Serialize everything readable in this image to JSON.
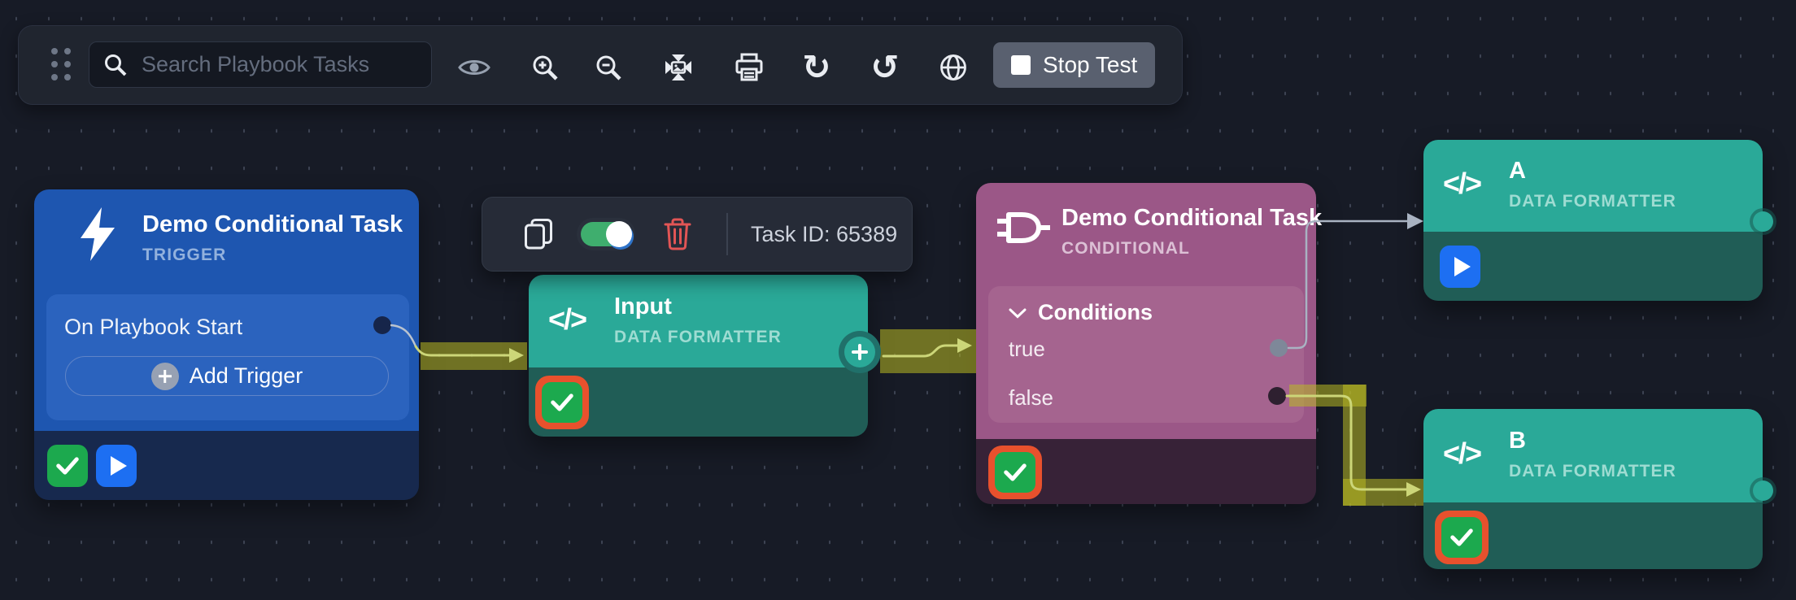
{
  "toolbar": {
    "search_placeholder": "Search Playbook Tasks",
    "stop_test_label": "Stop Test",
    "redo_glyph": "↻",
    "undo_glyph": "↺"
  },
  "task_toolbar": {
    "task_id": "Task ID: 65389"
  },
  "icons": {
    "code_glyph": "</>"
  },
  "nodes": {
    "trigger": {
      "title": "Demo Conditional Task",
      "type_label": "TRIGGER",
      "row_label": "On Playbook Start",
      "add_trigger_label": "Add Trigger"
    },
    "input": {
      "title": "Input",
      "type_label": "DATA FORMATTER"
    },
    "conditional": {
      "title": "Demo Conditional Task",
      "type_label": "CONDITIONAL",
      "section_label": "Conditions",
      "outputs": [
        {
          "label": "true"
        },
        {
          "label": "false"
        }
      ]
    },
    "a": {
      "title": "A",
      "type_label": "DATA FORMATTER"
    },
    "b": {
      "title": "B",
      "type_label": "DATA FORMATTER"
    }
  },
  "colors": {
    "canvas_bg": "#171B26",
    "trigger_blue": "#1E56B0",
    "trigger_footer": "#17294E",
    "formatter_teal": "#2AA998",
    "formatter_footer": "#205D56",
    "conditional_purple": "#9B5787",
    "conditional_footer": "#372237",
    "connection_olive": "#B9B923",
    "connection_arrow": "#CCD678",
    "wire_gray": "#A9B3C2",
    "success_green": "#1CA94E",
    "run_blue": "#1D6FF2",
    "selected_orange": "#E8512D",
    "delete_red": "#E25555",
    "toggle_green": "#3FAE6E"
  }
}
